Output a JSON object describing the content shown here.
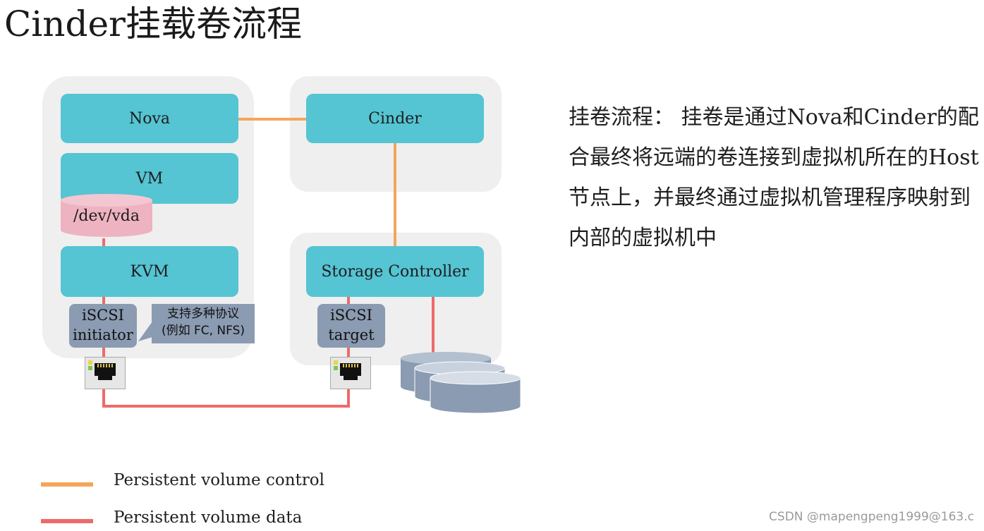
{
  "title": "Cinder挂载卷流程",
  "nodes": {
    "nova": "Nova",
    "vm": "VM",
    "vda": "/dev/vda",
    "kvm": "KVM",
    "cinder": "Cinder",
    "storage_controller": "Storage Controller",
    "iscsi_initiator": [
      "iSCSI",
      "initiator"
    ],
    "iscsi_target": [
      "iSCSI",
      "target"
    ],
    "callout": [
      "支持多种协议",
      "(例如 FC, NFS)"
    ]
  },
  "description": "挂卷流程： 挂卷是通过Nova和Cinder的配合最终将远端的卷连接到虚拟机所在的Host节点上，并最终通过虚拟机管理程序映射到内部的虚拟机中",
  "legend": [
    {
      "label": "Persistent volume control",
      "color": "#f5a55a"
    },
    {
      "label": "Persistent volume data",
      "color": "#ee6a6a"
    }
  ],
  "colors": {
    "component": "#55c4d3",
    "panel": "#efefef",
    "disk": "#eeb3c1",
    "iscsi": "#8a9bb2",
    "control_line": "#f5a55a",
    "data_line": "#ee6a6a"
  },
  "watermark": "CSDN @mapengpeng1999@163.c"
}
